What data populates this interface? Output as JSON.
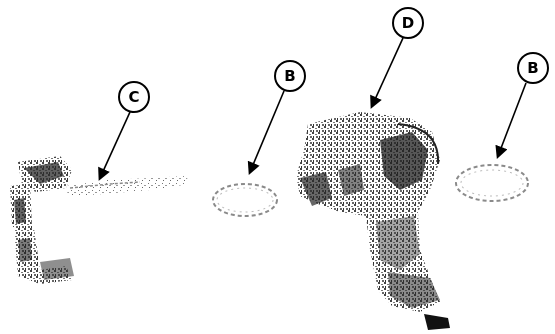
{
  "diagram": {
    "callouts": [
      {
        "id": "callout-c",
        "letter": "C"
      },
      {
        "id": "callout-b-left",
        "letter": "B"
      },
      {
        "id": "callout-d",
        "letter": "D"
      },
      {
        "id": "callout-b-right",
        "letter": "B"
      }
    ],
    "colors": {
      "ink": "#000000",
      "shade": "#555555",
      "light": "#999999",
      "background": "#ffffff"
    }
  }
}
